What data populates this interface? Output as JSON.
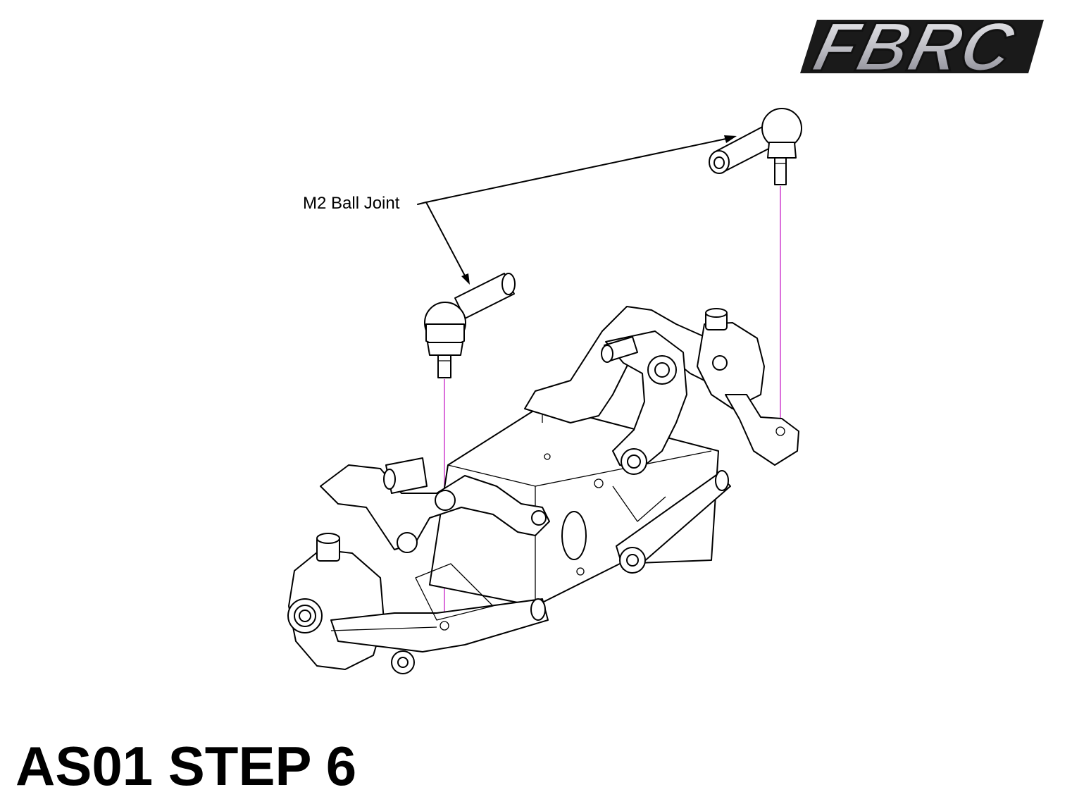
{
  "logo": {
    "text": "FBRC",
    "gradient_light": "#f4f4f6",
    "gradient_dark": "#7c7c86",
    "outline": "#111111"
  },
  "title": "AS01 STEP 6",
  "callout": {
    "label": "M2 Ball Joint"
  },
  "colors": {
    "ink": "#000000",
    "guide_line": "#d24bd2",
    "background": "#ffffff"
  }
}
